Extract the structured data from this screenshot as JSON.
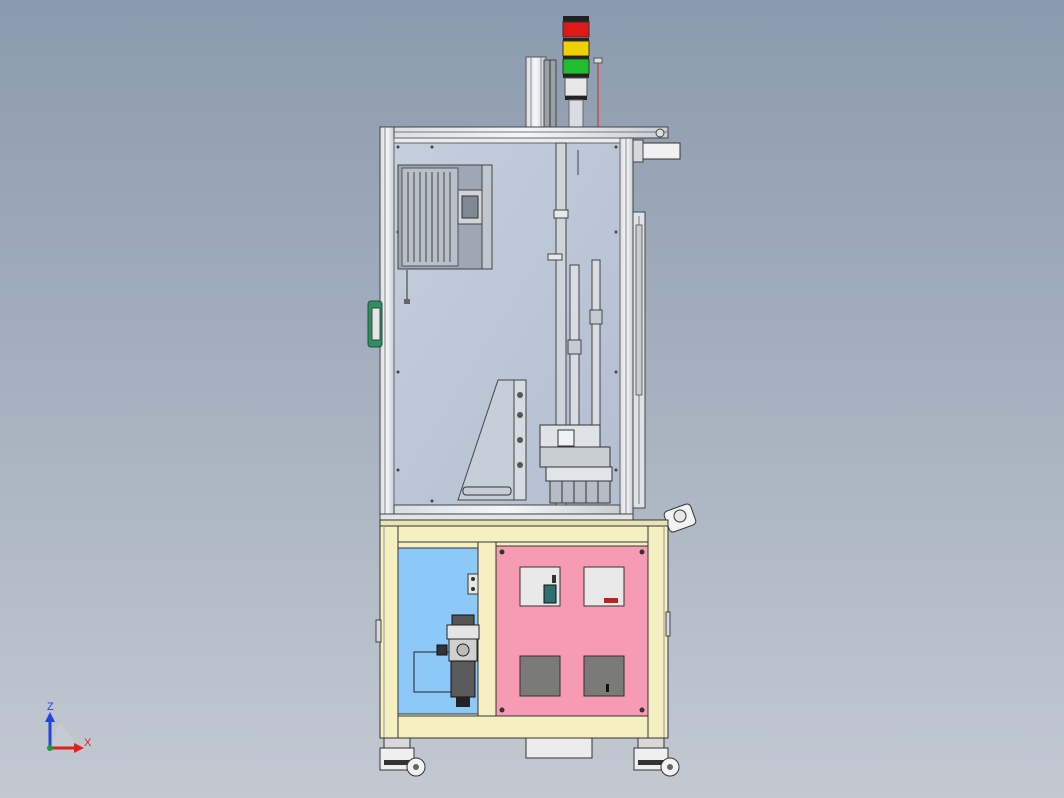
{
  "viewport": {
    "background_top": "#8b9aae",
    "background_bottom": "#c3c9d1"
  },
  "triad": {
    "z_label": "Z",
    "x_label": "X",
    "z_color": "#2244dd",
    "x_color": "#dd2222"
  },
  "signal_tower": {
    "lamps": [
      "red",
      "yellow",
      "green"
    ],
    "colors": [
      "#e01818",
      "#f0d000",
      "#1fbf2f"
    ]
  },
  "machine": {
    "frame_color": "#f5f0c2",
    "glass_tint": "#bcc8d8",
    "left_panel_color": "#8cc8f8",
    "right_panel_color": "#f79ab4",
    "handle_color": "#2f8f5f"
  }
}
